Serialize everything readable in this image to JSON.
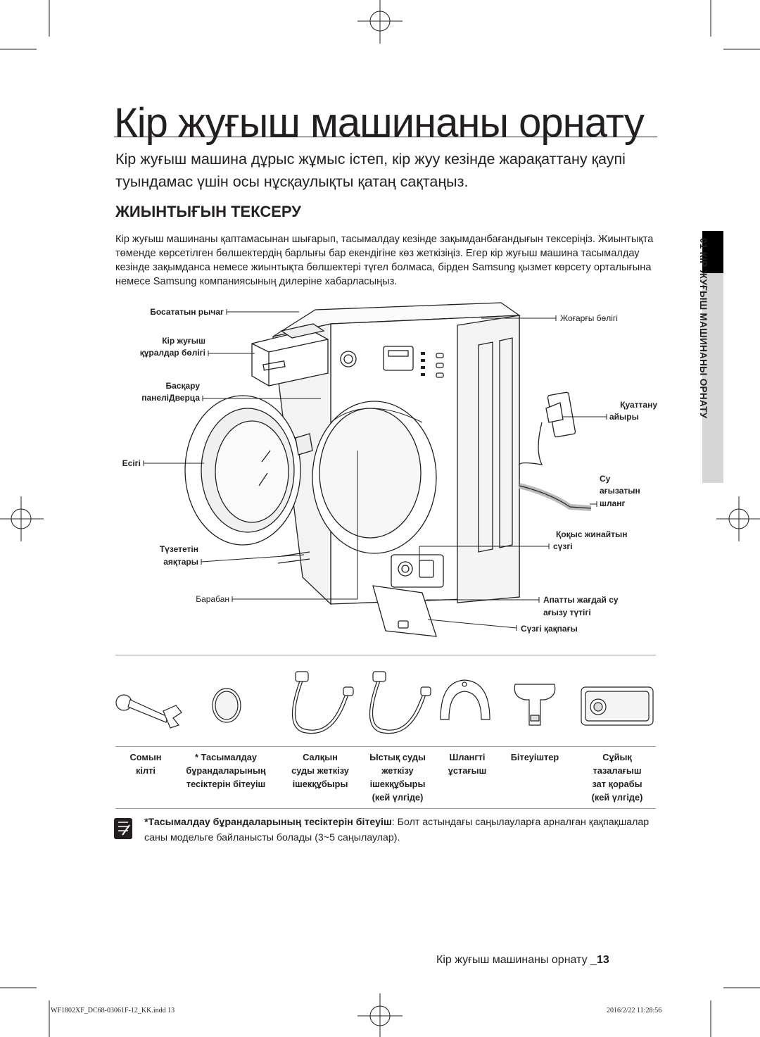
{
  "page": {
    "title": "Кір жуғыш машинаны орнату",
    "intro": "Кір жуғыш машина дұрыс жұмыс істеп, кір жуу кезінде жарақаттану қаупі туындамас үшін осы нұсқаулықты қатаң сақтаңыз.",
    "section_title": "ЖИЫНТЫҒЫН ТЕКСЕРУ",
    "section_body": "Кір жуғыш машинаны қаптамасынан шығарып, тасымалдау кезінде зақымданбағандығын тексеріңіз. Жиынтықта төменде көрсетілген бөлшектердің барлығы бар екендігіне көз жеткізіңіз. Егер кір жуғыш машина тасымалдау кезінде зақымданса немесе жиынтықта бөлшектері түгел болмаса, бірден Samsung қызмет көрсету орталығына немесе Samsung компаниясының дилеріне хабарласыңыз.",
    "sidebar_tab": "01 КІР ЖУҒЫШ МАШИНАНЫ ОРНАТУ"
  },
  "diagram": {
    "left_labels": {
      "release_lever": "Босататын рычаг",
      "detergent_line1": "Кір жуғыш",
      "detergent_line2": "құралдар бөлігі",
      "control_line1": "Басқару",
      "control_line2": "панеліДверца",
      "door": "Есігі",
      "legs_line1": "Түзететін",
      "legs_line2": "аяқтары",
      "drum": "Барабан"
    },
    "right_labels": {
      "top": "Жоғарғы бөлігі",
      "plug_line1": "Қуаттану",
      "plug_line2": "айыры",
      "drain_line1": "Су",
      "drain_line2": "ағызатын",
      "drain_line3": "шланг",
      "debris_line1": "Қоқыс жинайтын",
      "debris_line2": "сүзгі",
      "emergency_line1": "Апатты жағдай су",
      "emergency_line2": "ағызу түтігі",
      "filter_cover": "Сүзгі қақпағы"
    }
  },
  "accessories": [
    {
      "icon": "spanner-icon",
      "line1": "Сомын",
      "line2": "кілті",
      "line3": "",
      "line4": ""
    },
    {
      "icon": "bolt-cap-icon",
      "line1": "* Тасымалдау",
      "line2": "бұрандаларының",
      "line3": "тесіктерін бітеуіш",
      "line4": ""
    },
    {
      "icon": "cold-hose-icon",
      "line1": "Салқын",
      "line2": "суды жеткізу",
      "line3": "ішекқұбыры",
      "line4": ""
    },
    {
      "icon": "hot-hose-icon",
      "line1": "Ыстық суды",
      "line2": "жеткізу",
      "line3": "ішекқұбыры",
      "line4": "(кей үлгіде)"
    },
    {
      "icon": "hose-guide-icon",
      "line1": "Шлангті",
      "line2": "ұстағыш",
      "line3": "",
      "line4": ""
    },
    {
      "icon": "plug-icon",
      "line1": "Бітеуіштер",
      "line2": "",
      "line3": "",
      "line4": ""
    },
    {
      "icon": "detergent-case-icon",
      "line1": "Сұйық",
      "line2": "тазалағыш",
      "line3": "зат қорабы",
      "line4": "(кей үлгіде)"
    }
  ],
  "note": {
    "bold": "*Тасымалдау бұрандаларының тесіктерін бітеуіш",
    "text": ": Болт астындағы саңылауларға арналған қақпақшалар саны модельге байланысты болады (3~5 саңылаулар)."
  },
  "footer": {
    "text": "Кір жуғыш машинаны орнату _",
    "page_number": "13",
    "file": "WF1802XF_DC68-03061F-12_KK.indd   13",
    "timestamp": "2016/2/22   11:28:56"
  }
}
